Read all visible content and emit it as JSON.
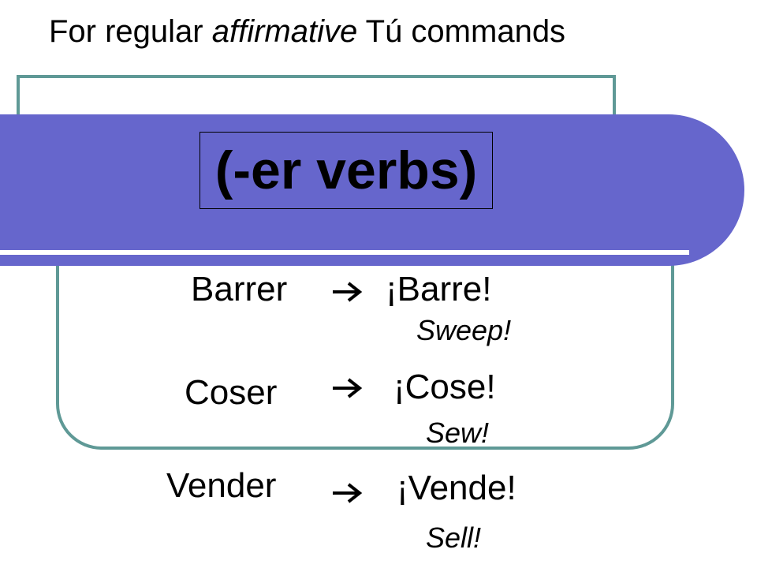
{
  "heading": {
    "prefix": "For regular ",
    "emphasis": "affirmative",
    "suffix": " Tú commands"
  },
  "title": "(-er verbs)",
  "colors": {
    "banner": "#6666cc",
    "frame": "#5f9996"
  },
  "rows": [
    {
      "infinitive": "Barrer",
      "arrow_icon": "right-arrow-icon",
      "command": "¡Barre!",
      "translation": "Sweep!"
    },
    {
      "infinitive": "Coser",
      "arrow_icon": "right-arrow-icon",
      "command": "¡Cose!",
      "translation": "Sew!"
    },
    {
      "infinitive": "Vender",
      "arrow_icon": "right-arrow-icon",
      "command": "¡Vende!",
      "translation": "Sell!"
    }
  ]
}
